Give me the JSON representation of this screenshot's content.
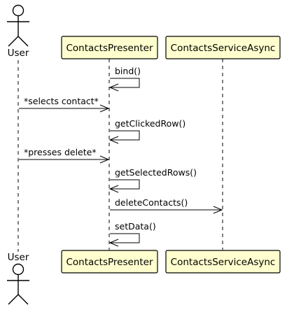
{
  "participants": [
    {
      "id": "user",
      "label": "User",
      "kind": "actor"
    },
    {
      "id": "presenter",
      "label": "ContactsPresenter",
      "kind": "box"
    },
    {
      "id": "service",
      "label": "ContactsServiceAsync",
      "kind": "box"
    }
  ],
  "messages": [
    {
      "from": "presenter",
      "to": "presenter",
      "label": "bind()"
    },
    {
      "from": "user",
      "to": "presenter",
      "label": "*selects contact*"
    },
    {
      "from": "presenter",
      "to": "presenter",
      "label": "getClickedRow()"
    },
    {
      "from": "user",
      "to": "presenter",
      "label": "*presses delete*"
    },
    {
      "from": "presenter",
      "to": "presenter",
      "label": "getSelectedRows()"
    },
    {
      "from": "presenter",
      "to": "service",
      "label": "deleteContacts()"
    },
    {
      "from": "presenter",
      "to": "presenter",
      "label": "setData()"
    }
  ],
  "colors": {
    "participant_fill": "#FEFECE",
    "line": "#000000",
    "background": "#FFFFFF"
  }
}
